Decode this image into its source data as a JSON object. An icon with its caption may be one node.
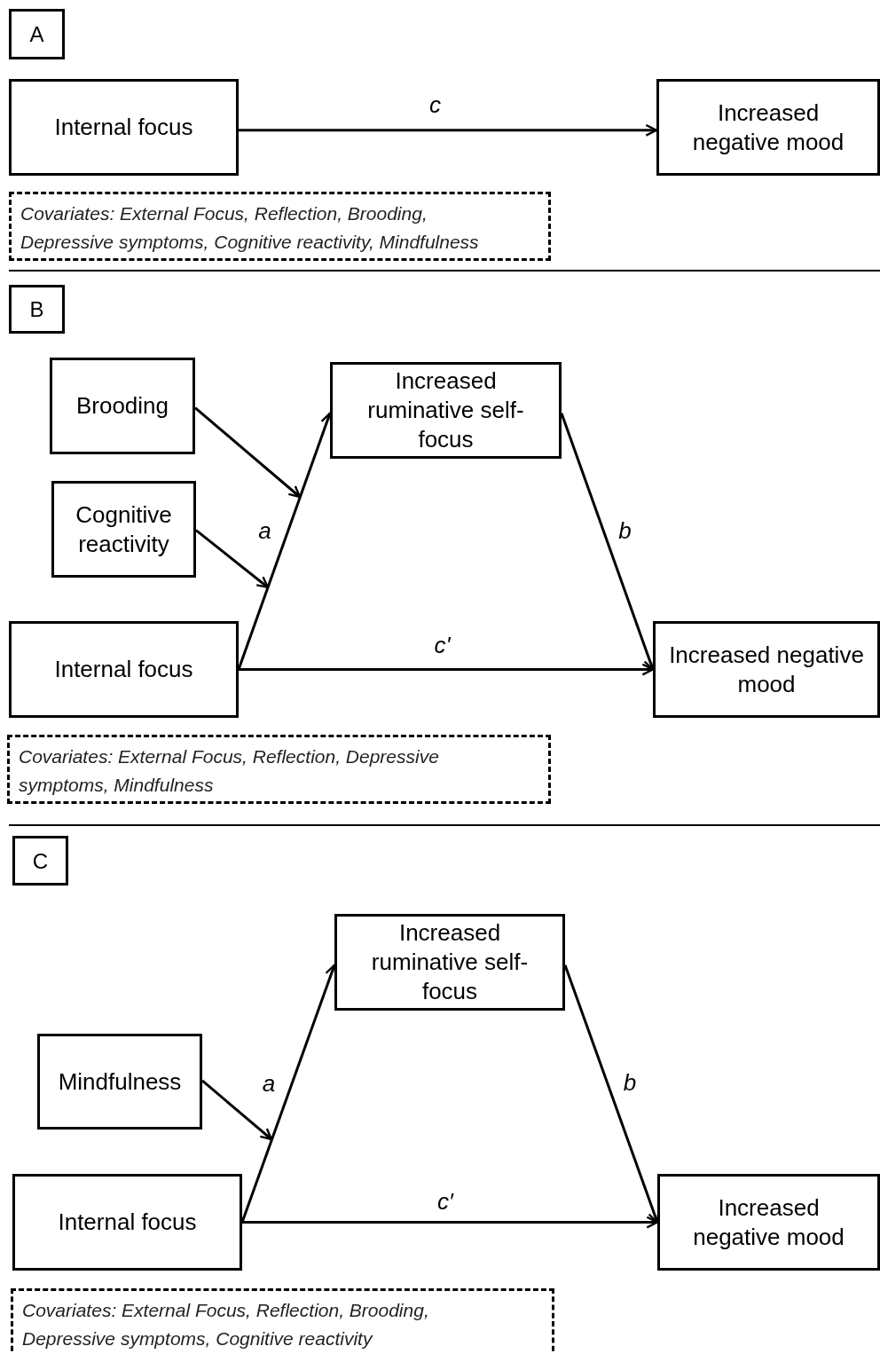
{
  "diagram": {
    "nodes": [
      {
        "text": [
          "A"
        ]
      },
      {
        "text": [
          "Internal focus"
        ]
      },
      {
        "text": [
          "Increased negative mood"
        ]
      },
      {
        "text": [
          "Covariates: External Focus, Reflection, Brooding, Depressive symptoms, Cognitive reactivity, Mindfulness"
        ]
      },
      {
        "text": [
          "B"
        ]
      },
      {
        "text": [
          "Brooding"
        ]
      },
      {
        "text": [
          "Cognitive reactivity"
        ]
      },
      {
        "text": [
          "Increased ruminative self-focus"
        ]
      },
      {
        "text": [
          "Internal focus"
        ]
      },
      {
        "text": [
          "Increased negative mood"
        ]
      },
      {
        "text": [
          "Covariates: External Focus, Reflection, Depressive symptoms, Mindfulness"
        ]
      },
      {
        "text": [
          "C"
        ]
      },
      {
        "text": [
          "Increased ruminative self-focus"
        ]
      },
      {
        "text": [
          "Mindfulness"
        ]
      },
      {
        "text": [
          "Internal focus"
        ]
      },
      {
        "text": [
          "Increased negative mood"
        ]
      },
      {
        "text": [
          "Covariates: External Focus, Reflection, Brooding, Depressive symptoms, Cognitive reactivity"
        ]
      }
    ],
    "edges": [
      {
        "from": 1,
        "to": 2,
        "arrow": "to",
        "label": "c"
      },
      {
        "from": 8,
        "to": 7,
        "arrow": "to",
        "label": "a"
      },
      {
        "from": 7,
        "to": 9,
        "arrow": "to",
        "label": "b"
      },
      {
        "from": 8,
        "to": 9,
        "arrow": "to",
        "label": "c'"
      },
      {
        "from": 5,
        "to": null,
        "arrow": "to"
      },
      {
        "from": 6,
        "to": null,
        "arrow": "to"
      },
      {
        "from": 14,
        "to": 12,
        "arrow": "to",
        "label": "a"
      },
      {
        "from": 12,
        "to": 15,
        "arrow": "to",
        "label": "b"
      },
      {
        "from": 14,
        "to": 15,
        "arrow": "to",
        "label": "c′"
      },
      {
        "from": 13,
        "to": null,
        "arrow": "to"
      }
    ]
  }
}
